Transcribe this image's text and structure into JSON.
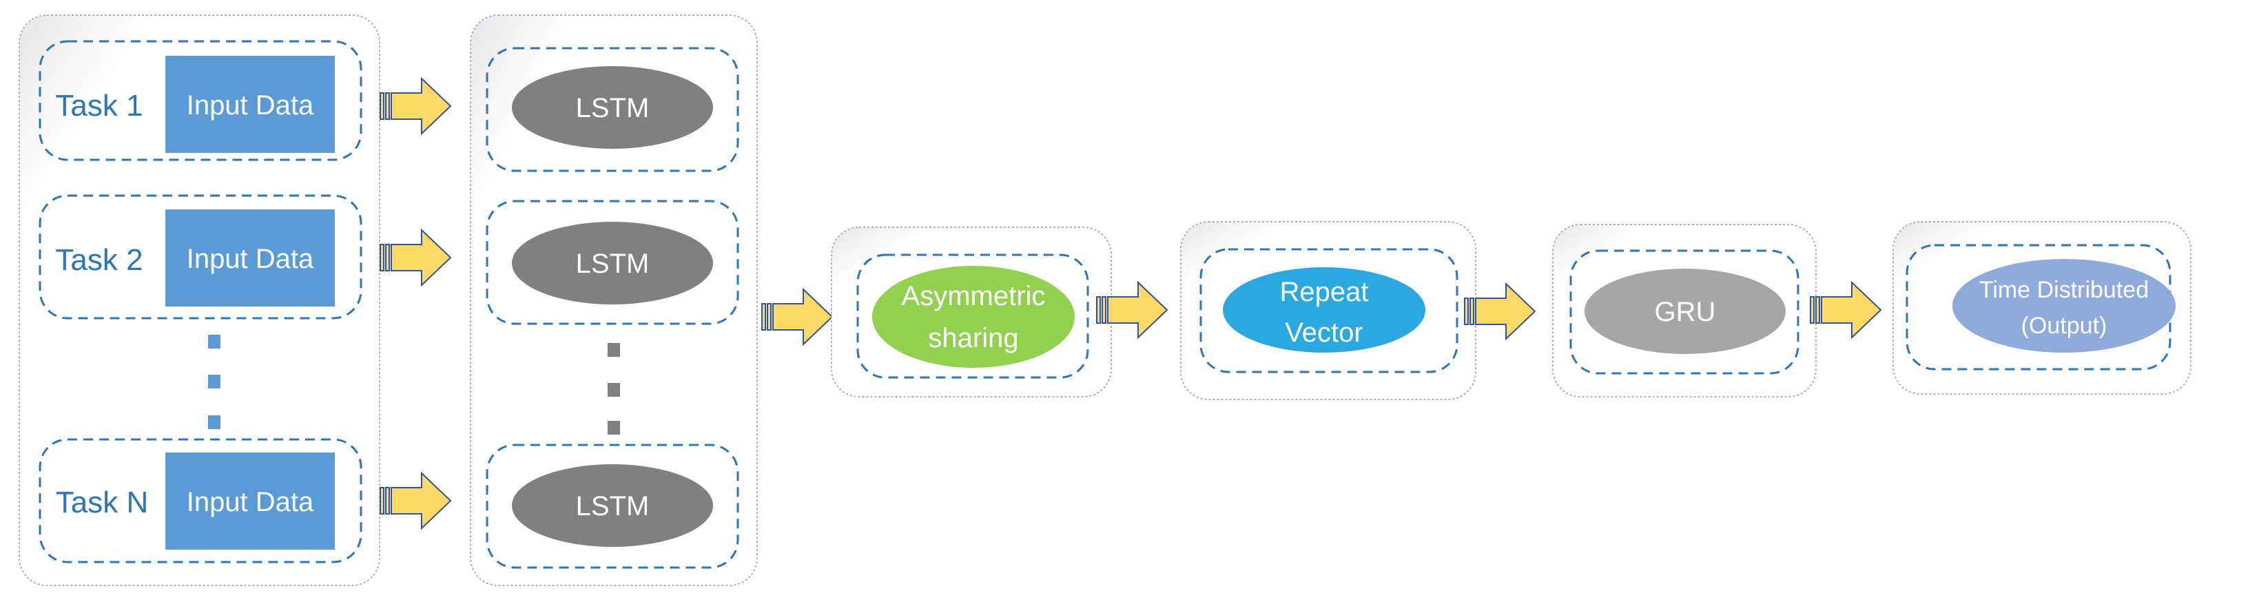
{
  "tasks": [
    {
      "task_label": "Task 1",
      "input_label": "Input Data"
    },
    {
      "task_label": "Task 2",
      "input_label": "Input Data"
    },
    {
      "task_label": "Task N",
      "input_label": "Input Data"
    }
  ],
  "lstm_labels": [
    "LSTM",
    "LSTM",
    "LSTM"
  ],
  "stages": {
    "asymmetric_line1": "Asymmetric",
    "asymmetric_line2": "sharing",
    "repeat_line1": "Repeat",
    "repeat_line2": "Vector",
    "gru": "GRU",
    "time_line1": "Time Distributed",
    "time_line2": "(Output)"
  },
  "colors": {
    "input_box": "#5b9bd5",
    "task_text": "#2e75b6",
    "lstm": "#808080",
    "asymmetric": "#92d050",
    "repeat": "#2aa8e0",
    "gru": "#a6a6a6",
    "time_distributed": "#8faadc",
    "arrow_fill": "#ffd966",
    "arrow_stroke": "#2f5597",
    "dashed": "#2e75b6",
    "outer_border": "#b4a7d6"
  }
}
